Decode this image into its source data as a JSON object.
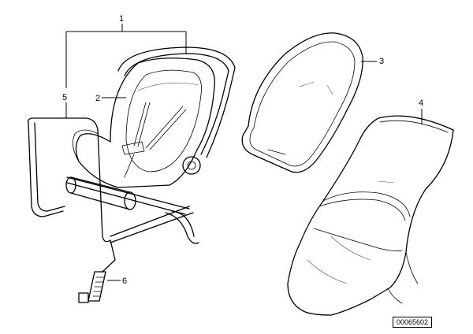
{
  "callouts": {
    "c1": "1",
    "c2": "2",
    "c3": "3",
    "c4": "4",
    "c5": "5",
    "c6": "6"
  },
  "reference_number": "00065602"
}
